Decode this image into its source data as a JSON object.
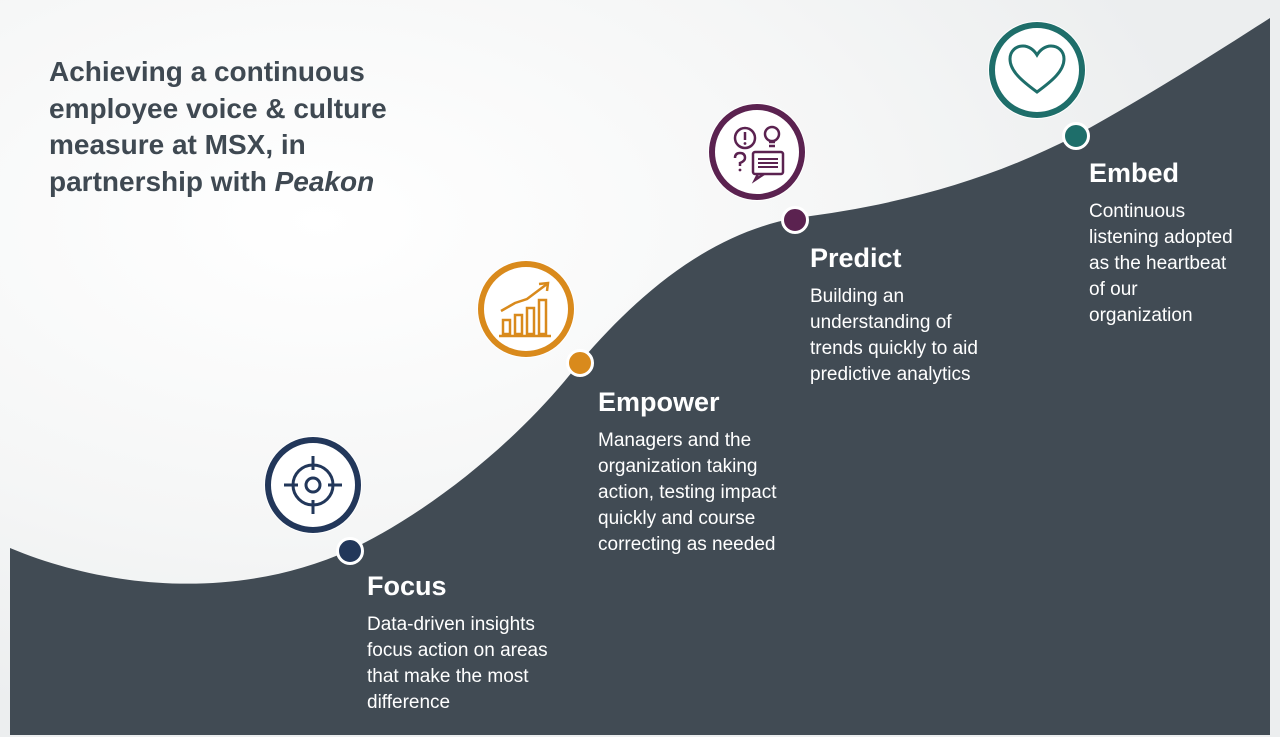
{
  "title": {
    "line1": "Achieving a continuous",
    "line2": "employee voice & culture",
    "line3": "measure at MSX, in",
    "line4_prefix": "partnership with ",
    "line4_brand": "Peakon"
  },
  "stages": [
    {
      "key": "focus",
      "heading": "Focus",
      "description_lines": [
        "Data-driven insights",
        "focus action on areas",
        "that make the most",
        "difference"
      ],
      "color": "#22375a",
      "icon": "target-crosshair-icon"
    },
    {
      "key": "empower",
      "heading": "Empower",
      "description_lines": [
        "Managers and the",
        "organization taking",
        "action, testing impact",
        "quickly and course",
        "correcting as needed"
      ],
      "color": "#d98a1c",
      "icon": "growth-bar-chart-icon"
    },
    {
      "key": "predict",
      "heading": "Predict",
      "description_lines": [
        "Building an",
        "understanding of",
        "trends quickly to aid",
        "predictive analytics"
      ],
      "color": "#5b2250",
      "icon": "ideas-speech-bubbles-icon"
    },
    {
      "key": "embed",
      "heading": "Embed",
      "description_lines": [
        "Continuous",
        "listening adopted",
        "as the heartbeat",
        "of our",
        "organization"
      ],
      "color": "#1e6e6a",
      "icon": "heart-icon"
    }
  ],
  "colors": {
    "slope_fill": "#414b54",
    "title_text": "#3f4952",
    "background": "#ffffff"
  }
}
